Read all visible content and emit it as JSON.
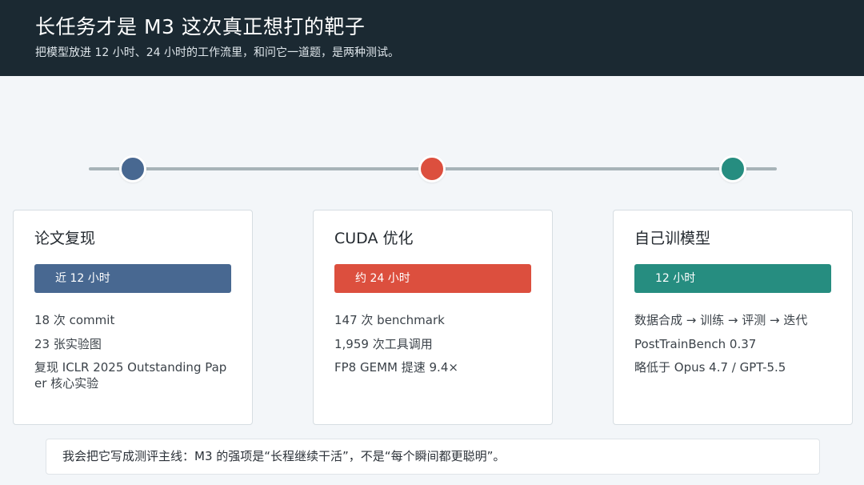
{
  "header": {
    "title": "长任务才是 M3 这次真正想打的靶子",
    "subtitle": "把模型放进 12 小时、24 小时的工作流里，和问它一道题，是两种测试。"
  },
  "colors": {
    "header_bg": "#1b2932",
    "timeline": "#a7b3b8",
    "blue": "#486891",
    "red": "#dc4f3e",
    "teal": "#268d80"
  },
  "cards": [
    {
      "title": "论文复现",
      "badge": "近 12 小时",
      "items": [
        "18 次 commit",
        "23 张实验图",
        "复现 ICLR 2025 Outstanding Paper 核心实验"
      ]
    },
    {
      "title": "CUDA 优化",
      "badge": "约 24 小时",
      "items": [
        "147 次 benchmark",
        "1,959 次工具调用",
        "FP8 GEMM 提速 9.4×"
      ]
    },
    {
      "title": "自己训模型",
      "badge": "12 小时",
      "items": [
        "数据合成 → 训练 → 评测 → 迭代",
        "PostTrainBench 0.37",
        "略低于 Opus 4.7 / GPT-5.5"
      ]
    }
  ],
  "summary": "我会把它写成测评主线：M3 的强项是“长程继续干活”，不是“每个瞬间都更聪明”。"
}
